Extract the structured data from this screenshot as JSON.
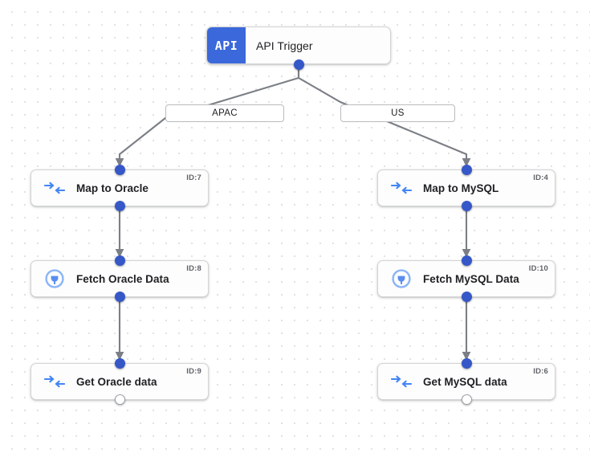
{
  "canvas": {
    "background_color": "#ffffff",
    "dot_color": "#e2e2e4",
    "edge_color": "#7b7f85",
    "port_color": "#3557c8",
    "accent_color": "#3b68da"
  },
  "trigger": {
    "badge_text": "API",
    "label": "API Trigger",
    "icon": "api-badge-icon"
  },
  "branches": [
    {
      "label": "APAC"
    },
    {
      "label": "US"
    }
  ],
  "nodes": [
    {
      "label": "Map to Oracle",
      "id_label": "ID:7",
      "icon": "mapping-arrows-icon"
    },
    {
      "label": "Fetch Oracle Data",
      "id_label": "ID:8",
      "icon": "connector-plug-icon"
    },
    {
      "label": "Get Oracle data",
      "id_label": "ID:9",
      "icon": "mapping-arrows-icon"
    },
    {
      "label": "Map to MySQL",
      "id_label": "ID:4",
      "icon": "mapping-arrows-icon"
    },
    {
      "label": "Fetch MySQL Data",
      "id_label": "ID:10",
      "icon": "connector-plug-icon"
    },
    {
      "label": "Get MySQL data",
      "id_label": "ID:6",
      "icon": "mapping-arrows-icon"
    }
  ]
}
